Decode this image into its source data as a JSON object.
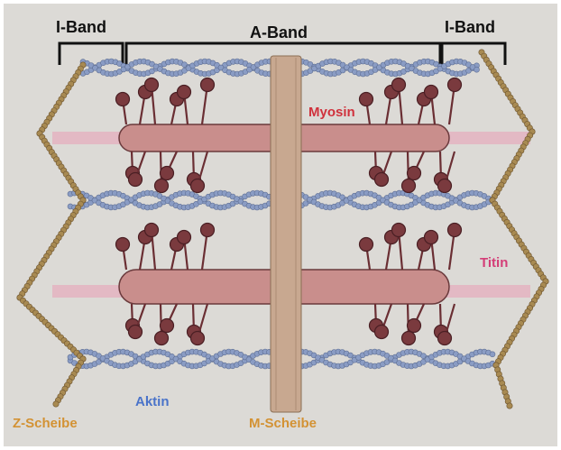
{
  "labels": {
    "i_band_left": "I-Band",
    "a_band": "A-Band",
    "i_band_right": "I-Band",
    "myosin": "Myosin",
    "titin": "Titin",
    "aktin": "Aktin",
    "z_scheibe": "Z-Scheibe",
    "m_scheibe": "M-Scheibe"
  },
  "colors": {
    "paper": "#dcdad6",
    "actin": "#8a9cc4",
    "myosin_body": "#c98e8c",
    "myosin_head": "#7a3a3e",
    "titin": "#e5aebe",
    "z_disc": "#a88a52",
    "m_disc": "#c8a890",
    "myosin_text": "#d0313c",
    "titin_text": "#d43d77",
    "aktin_text": "#4a73c9",
    "scheibe_text": "#d39234",
    "band_text": "#111111"
  }
}
